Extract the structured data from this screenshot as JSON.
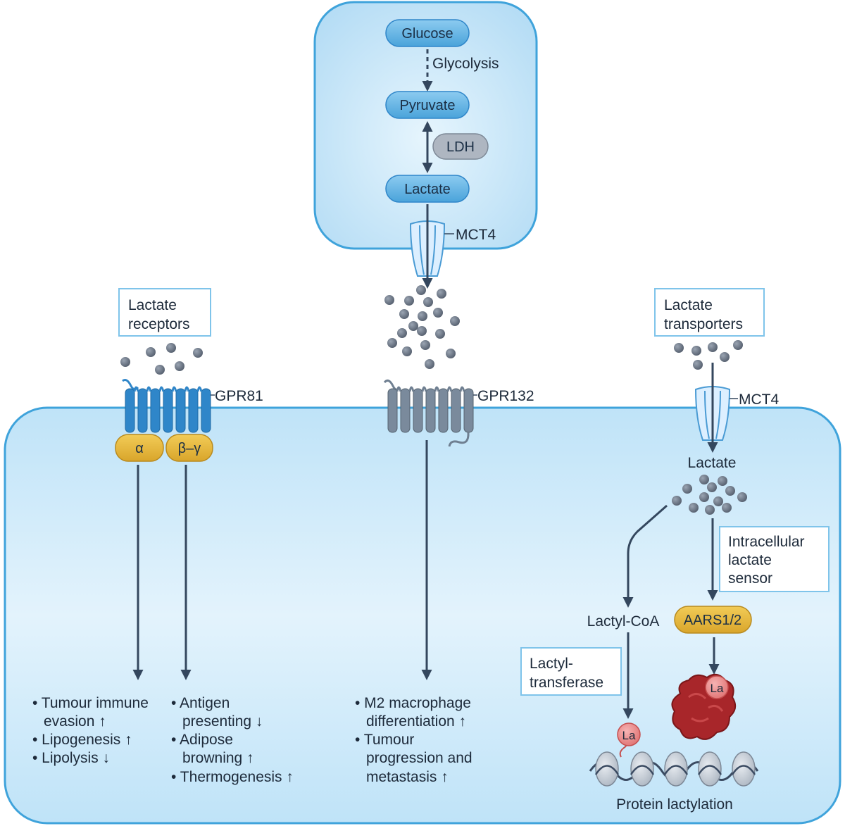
{
  "source_cell": {
    "glucose": "Glucose",
    "glycolysis": "Glycolysis",
    "pyruvate": "Pyruvate",
    "ldh": "LDH",
    "lactate": "Lactate",
    "mct4": "MCT4"
  },
  "receptors_box": {
    "line1": "Lactate",
    "line2": "receptors"
  },
  "transporters_box": {
    "line1": "Lactate",
    "line2": "transporters"
  },
  "gpr81": {
    "label": "GPR81",
    "alpha": "α",
    "beta_gamma": "β–γ"
  },
  "gpr132": {
    "label": "GPR132"
  },
  "right_mct4": "MCT4",
  "intracellular_lactate": "Lactate",
  "sensor_box": {
    "line1": "Intracellular",
    "line2": "lactate",
    "line3": "sensor"
  },
  "lactyl_coa": "Lactyl-CoA",
  "aars": "AARS1/2",
  "transferase_box": {
    "line1": "Lactyl-",
    "line2": "transferase"
  },
  "la_mark": "La",
  "protein_lactylation": "Protein lactylation",
  "outcomes": {
    "alpha": [
      {
        "line1": "• Tumour immune",
        "line2": "evasion ↑"
      },
      {
        "line1": "• Lipogenesis ↑"
      },
      {
        "line1": "• Lipolysis ↓"
      }
    ],
    "beta_gamma": [
      {
        "line1": "• Antigen",
        "line2": "presenting ↓"
      },
      {
        "line1": "• Adipose",
        "line2": "browning ↑"
      },
      {
        "line1": "• Thermogenesis ↑"
      }
    ],
    "gpr132": [
      {
        "line1": "• M2 macrophage",
        "line2": "differentiation ↑"
      },
      {
        "line1": "• Tumour",
        "line2": "progression and",
        "line3": "metastasis ↑"
      }
    ]
  },
  "colors": {
    "cell_fill": "#d3ecfa",
    "cell_stroke": "#3fa3db",
    "pill_fill": "#62b4e4",
    "gpr81_blue": "#2f86c9",
    "gpr132_gray": "#6f7f91",
    "gprotein_yellow": "#e6b83a",
    "arrow": "#34475e",
    "lactate_dot": "#66707f",
    "la_red": "#e58686",
    "protein_red": "#a8262a"
  }
}
